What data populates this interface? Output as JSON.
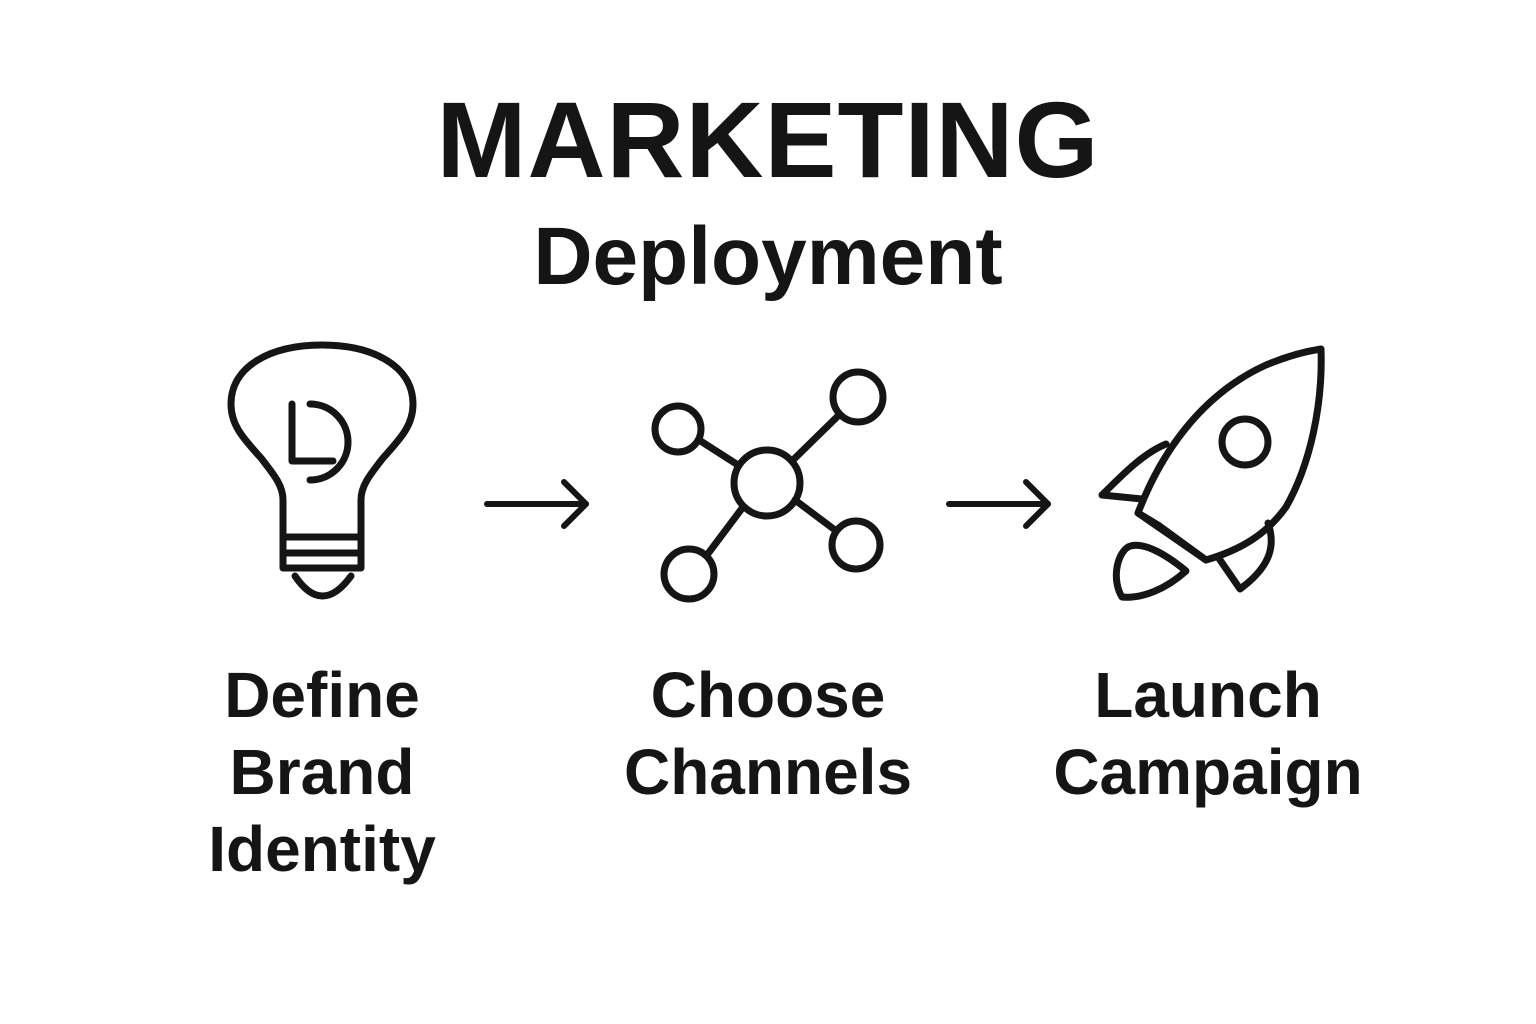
{
  "header": {
    "title": "MARKETING",
    "subtitle": "Deployment"
  },
  "steps": [
    {
      "label": "Define\nBrand\nIdentity",
      "icon": "lightbulb-icon"
    },
    {
      "label": "Choose\nChannels",
      "icon": "network-icon"
    },
    {
      "label": "Launch\nCampaign",
      "icon": "rocket-icon"
    }
  ],
  "connectors": [
    "arrow-right-icon",
    "arrow-right-icon"
  ],
  "colors": {
    "ink": "#151515",
    "background": "#ffffff"
  }
}
